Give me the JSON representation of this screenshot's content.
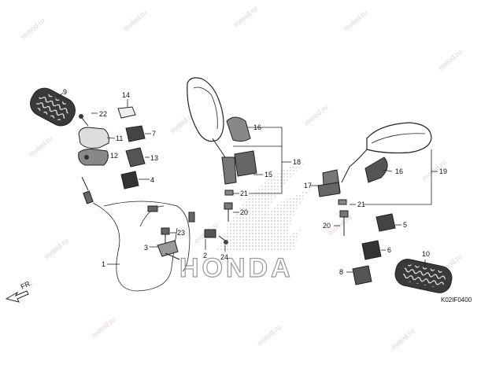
{
  "diagram": {
    "code": "K02IF0400",
    "front_arrow_label": "FR.",
    "logo_text": "HONDA",
    "watermark_text": "motod.ru",
    "colors": {
      "line": "#222222",
      "dark_part": "#3a3a3a",
      "watermark": "#c9a9a9",
      "logo_dots": "#bbbbbb"
    }
  },
  "callouts": {
    "c1": "1",
    "c2": "2",
    "c3": "3",
    "c4": "4",
    "c5": "5",
    "c6": "6",
    "c7": "7",
    "c8": "8",
    "c9": "9",
    "c10": "10",
    "c11": "11",
    "c12": "12",
    "c13": "13",
    "c14": "14",
    "c15": "15",
    "c16a": "16",
    "c16b": "16",
    "c17": "17",
    "c18": "18",
    "c19": "19",
    "c20a": "20",
    "c20b": "20",
    "c21a": "21",
    "c21b": "21",
    "c22": "22",
    "c23": "23",
    "c24": "24"
  }
}
